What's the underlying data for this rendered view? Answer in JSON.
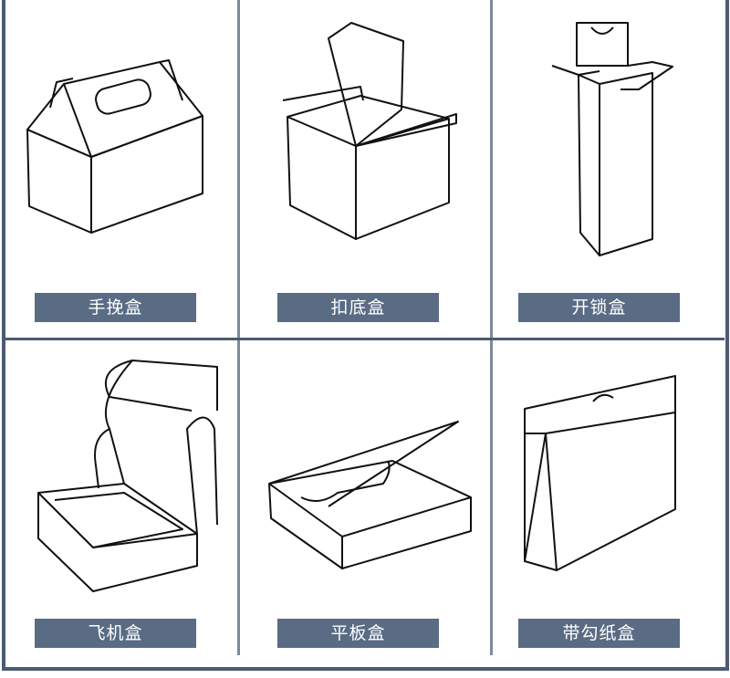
{
  "boxes": [
    {
      "label": "手挽盒"
    },
    {
      "label": "扣底盒"
    },
    {
      "label": "开锁盒"
    },
    {
      "label": "飞机盒"
    },
    {
      "label": "平板盒"
    },
    {
      "label": "带勾纸盒"
    }
  ],
  "colors": {
    "frame": "#4b5b72",
    "label_bg": "#5a6b84",
    "label_text": "#ffffff"
  }
}
